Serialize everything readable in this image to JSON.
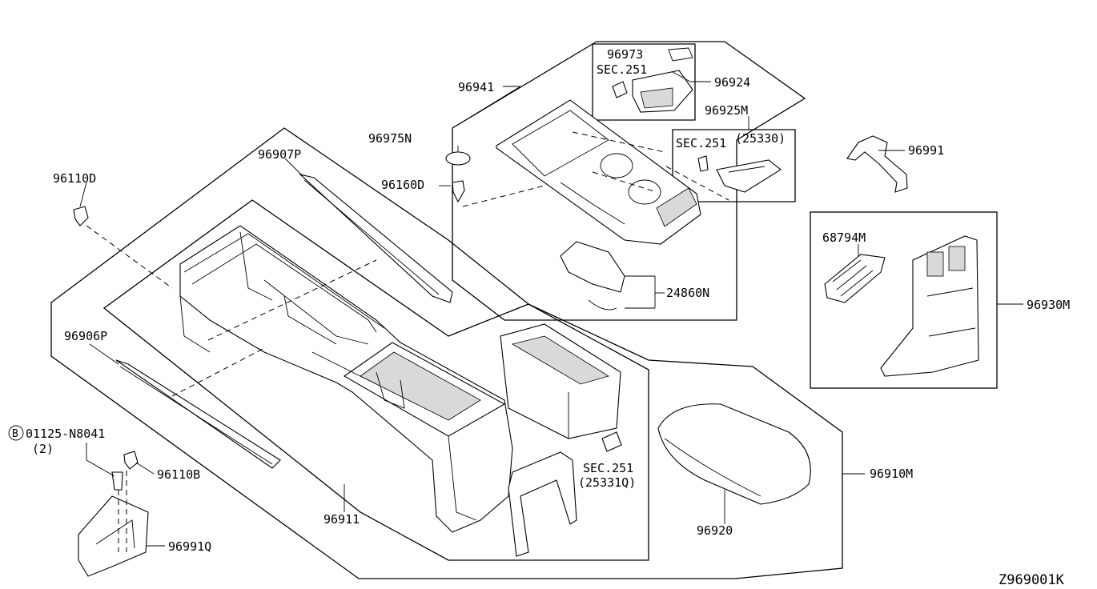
{
  "diagram": {
    "reference_code": "Z969001K",
    "circle_marker": "B",
    "labels": {
      "p96973": "96973",
      "sec251_top": "SEC.251",
      "p96924": "96924",
      "p96941": "96941",
      "p96925m": "96925M",
      "sec251_mid": "SEC.251",
      "p25330": "(25330)",
      "p96975n": "96975N",
      "p96907p": "96907P",
      "p96160d": "96160D",
      "p96110d": "96110D",
      "p96991": "96991",
      "p68794m": "68794M",
      "p24860n": "24860N",
      "p96930m": "96930M",
      "p96906p": "96906P",
      "p01125": "01125-N8041",
      "qty2": "(2)",
      "p96110b": "96110B",
      "p96991q": "96991Q",
      "p96911": "96911",
      "sec251_low": "SEC.251",
      "p25331q": "(25331Q)",
      "p96910m": "96910M",
      "p96920": "96920"
    }
  }
}
